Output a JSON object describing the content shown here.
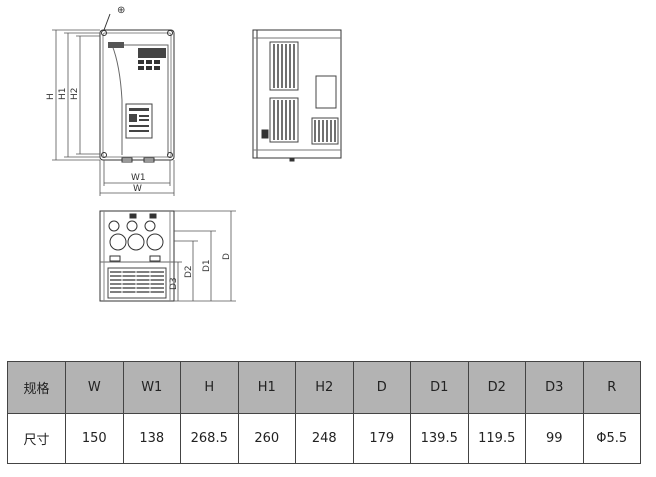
{
  "drawing": {
    "ground_symbol": "⊕",
    "front_dims": {
      "H": "H",
      "H1": "H1",
      "H2": "H2",
      "W1": "W1",
      "W": "W"
    },
    "bottom_dims": {
      "D": "D",
      "D1": "D1",
      "D2": "D2",
      "D3": "D3"
    }
  },
  "table": {
    "header": [
      "规格",
      "W",
      "W1",
      "H",
      "H1",
      "H2",
      "D",
      "D1",
      "D2",
      "D3",
      "R"
    ],
    "row": [
      "尺寸",
      "150",
      "138",
      "268.5",
      "260",
      "248",
      "179",
      "139.5",
      "119.5",
      "99",
      "Φ5.5"
    ]
  }
}
